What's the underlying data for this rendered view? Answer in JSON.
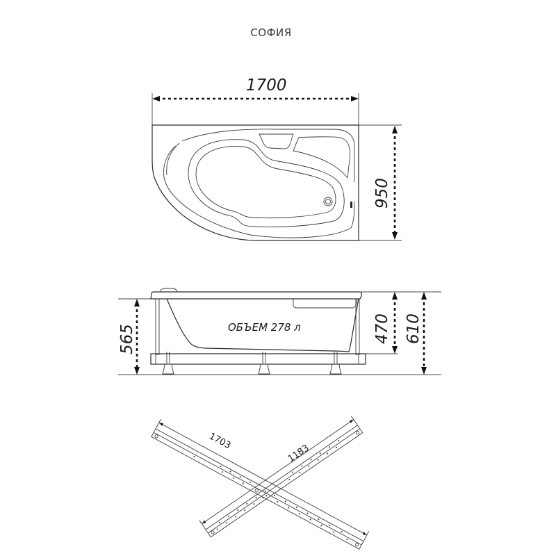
{
  "title": "СОФИЯ",
  "top_view": {
    "width_label": "1700",
    "depth_label": "950"
  },
  "side_view": {
    "volume_label": "ОБЪЕМ 278 л",
    "left_height_label": "565",
    "tub_depth_label": "470",
    "total_height_label": "610"
  },
  "frame_view": {
    "long_bar_label": "1703",
    "short_bar_label": "1183"
  },
  "colors": {
    "line": "#2a2a2a",
    "background": "#ffffff",
    "title_text": "#3a3a3a"
  }
}
